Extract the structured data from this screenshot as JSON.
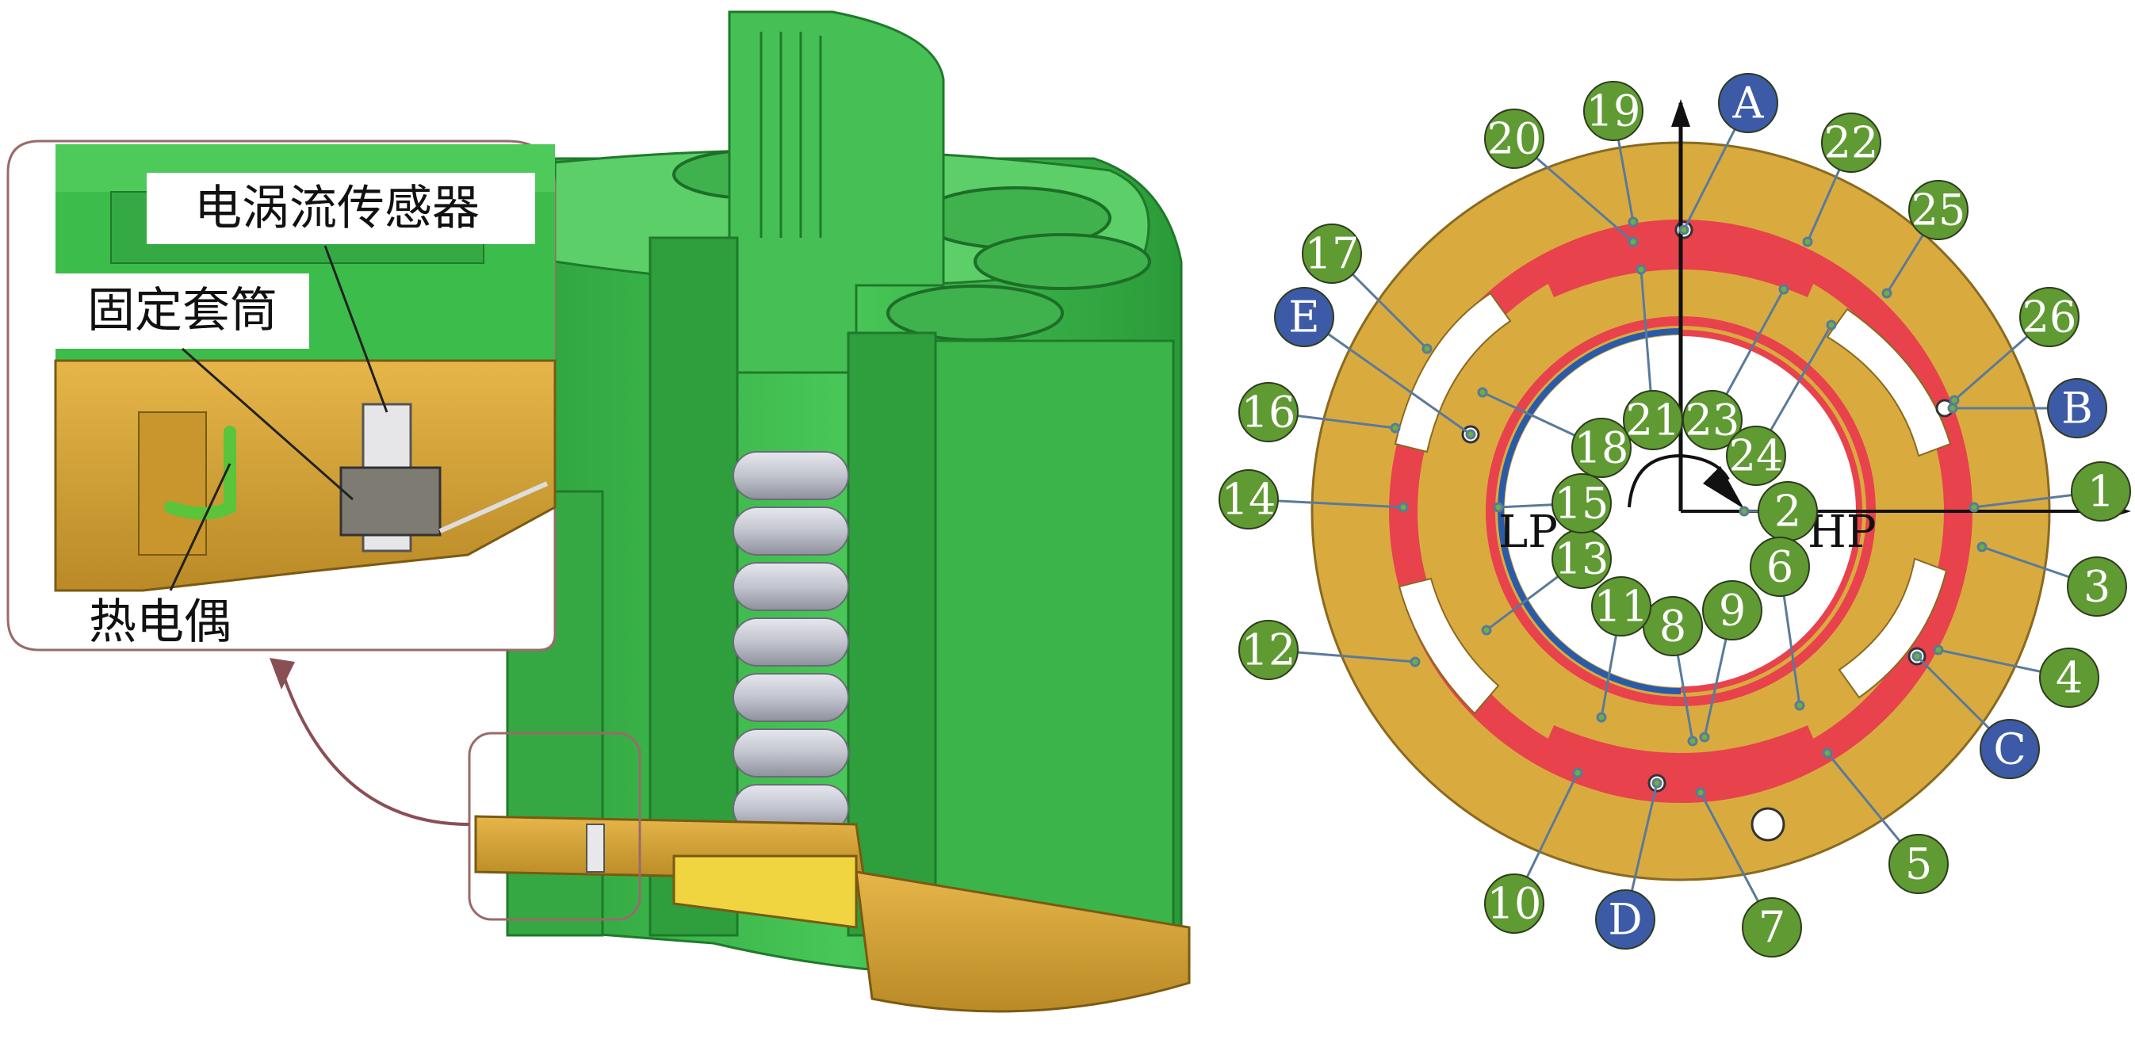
{
  "callouts": {
    "eddy_sensor": "电涡流传感器",
    "fixed_sleeve": "固定套筒",
    "thermocouple": "热电偶"
  },
  "zones": {
    "low_pressure": "LP",
    "high_pressure": "HP"
  },
  "letters": [
    "A",
    "B",
    "C",
    "D",
    "E"
  ],
  "numbers": [
    "1",
    "2",
    "3",
    "4",
    "5",
    "6",
    "7",
    "8",
    "9",
    "10",
    "11",
    "12",
    "13",
    "14",
    "15",
    "16",
    "17",
    "18",
    "19",
    "20",
    "21",
    "22",
    "23",
    "24",
    "25",
    "26"
  ],
  "colors": {
    "body_green": "#3cbc4a",
    "body_green_dark": "#1f8a2e",
    "plate_gold": "#d9ab3f",
    "ring_red": "#e8424c",
    "lp_arc_blue": "#2a5ba8",
    "badge_green": "#5f9a32",
    "badge_blue": "#3c5aa6",
    "roller_gray": "#c8c9d2"
  }
}
